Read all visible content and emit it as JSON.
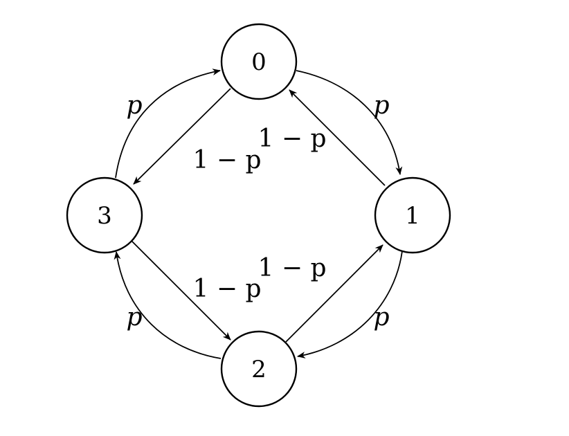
{
  "diagram": {
    "nodes": [
      {
        "id": "0",
        "label": "0"
      },
      {
        "id": "1",
        "label": "1"
      },
      {
        "id": "2",
        "label": "2"
      },
      {
        "id": "3",
        "label": "3"
      }
    ],
    "edges": [
      {
        "from": "0",
        "to": "1",
        "label": "p"
      },
      {
        "from": "1",
        "to": "0",
        "label": "1 − p"
      },
      {
        "from": "0",
        "to": "3",
        "label": "1 − p"
      },
      {
        "from": "3",
        "to": "0",
        "label": "p"
      },
      {
        "from": "1",
        "to": "2",
        "label": "p"
      },
      {
        "from": "2",
        "to": "1",
        "label": "1 − p"
      },
      {
        "from": "3",
        "to": "2",
        "label": "1 − p"
      },
      {
        "from": "2",
        "to": "3",
        "label": "p"
      }
    ]
  }
}
